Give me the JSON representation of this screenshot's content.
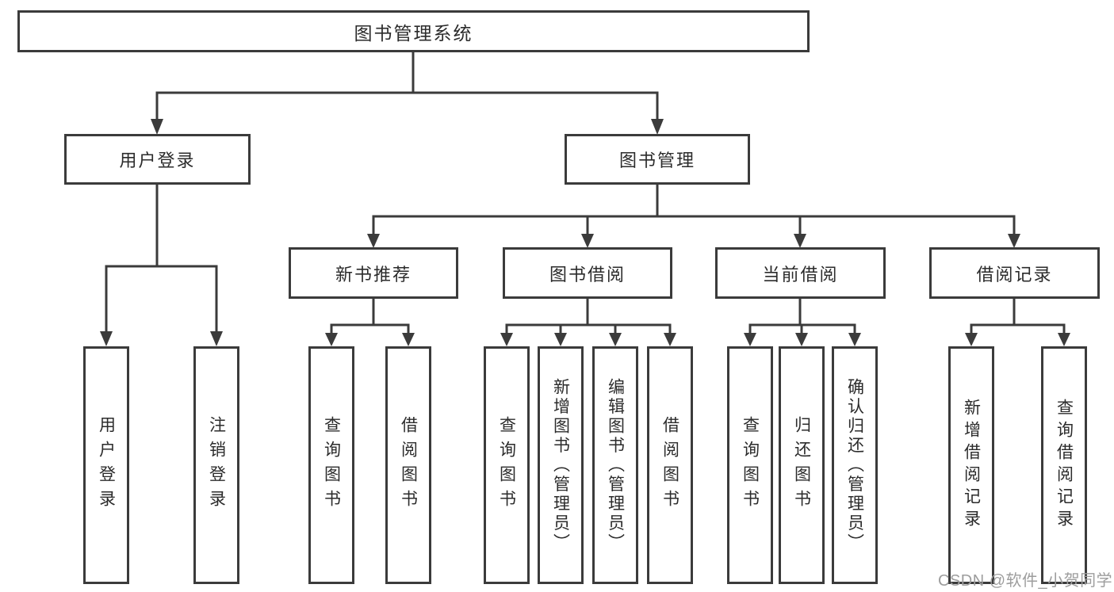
{
  "diagram_title": "图书管理系统",
  "tree": {
    "label": "图书管理系统",
    "children": [
      {
        "label": "用户登录",
        "children": [
          {
            "label": "用户登录"
          },
          {
            "label": "注销登录"
          }
        ]
      },
      {
        "label": "图书管理",
        "children": [
          {
            "label": "新书推荐",
            "children": [
              {
                "label": "查询图书"
              },
              {
                "label": "借阅图书"
              }
            ]
          },
          {
            "label": "图书借阅",
            "children": [
              {
                "label": "查询图书"
              },
              {
                "label": "新增图书（管理员）"
              },
              {
                "label": "编辑图书（管理员）"
              },
              {
                "label": "借阅图书"
              }
            ]
          },
          {
            "label": "当前借阅",
            "children": [
              {
                "label": "查询图书"
              },
              {
                "label": "归还图书"
              },
              {
                "label": "确认归还（管理员）"
              }
            ]
          },
          {
            "label": "借阅记录",
            "children": [
              {
                "label": "新增借阅记录"
              },
              {
                "label": "查询借阅记录"
              }
            ]
          }
        ]
      }
    ]
  },
  "watermark": {
    "text": "CSDN @软件_小贺同学"
  },
  "colors": {
    "line": "#3b3b3b",
    "text": "#2b2b2b",
    "background": "#ffffff",
    "watermark": "#9d9d9d"
  }
}
